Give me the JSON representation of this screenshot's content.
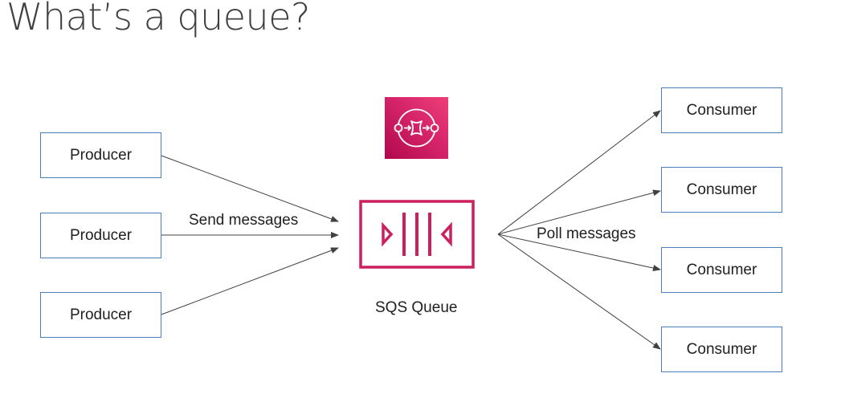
{
  "title": "What’s a queue?",
  "producers": [
    "Producer",
    "Producer",
    "Producer"
  ],
  "consumers": [
    "Consumer",
    "Consumer",
    "Consumer",
    "Consumer"
  ],
  "send_label": "Send messages",
  "poll_label": "Poll messages",
  "queue_label": "SQS Queue",
  "icons": {
    "service": "sqs-service-icon",
    "queue": "sqs-queue-icon"
  },
  "colors": {
    "box_border": "#4a7ebb",
    "sqs_pink": "#cc1f5e",
    "arrow": "#404040"
  }
}
